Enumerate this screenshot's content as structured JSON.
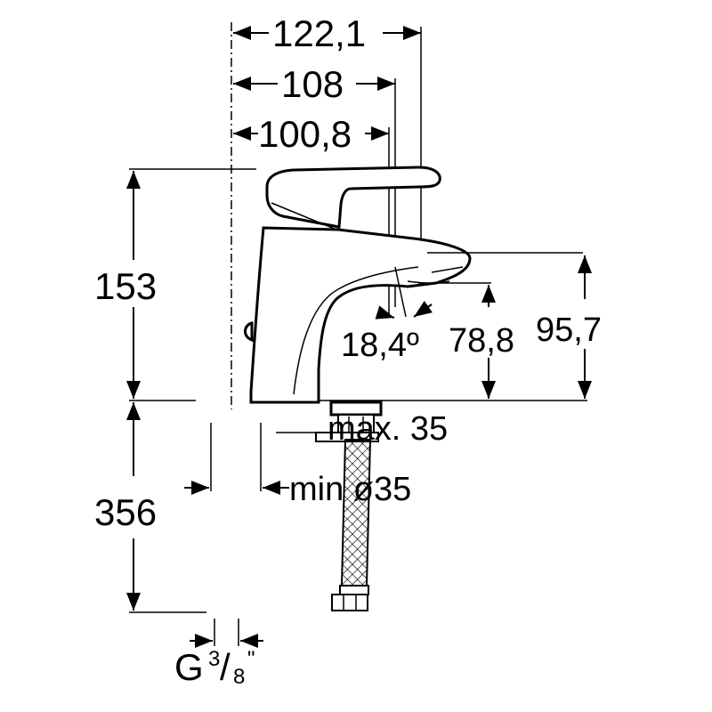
{
  "dimensions": {
    "width_total": "122,1",
    "width_108": "108",
    "width_100_8": "100,8",
    "height_153": "153",
    "angle": "18,4º",
    "height_78_8": "78,8",
    "height_95_7": "95,7",
    "max_35": "max. 35",
    "min_dia_35": "min ø35",
    "hose_length": "356",
    "thread_g": "G",
    "thread_num": "3",
    "thread_slash": "/",
    "thread_den": "8",
    "thread_quote": "\""
  }
}
